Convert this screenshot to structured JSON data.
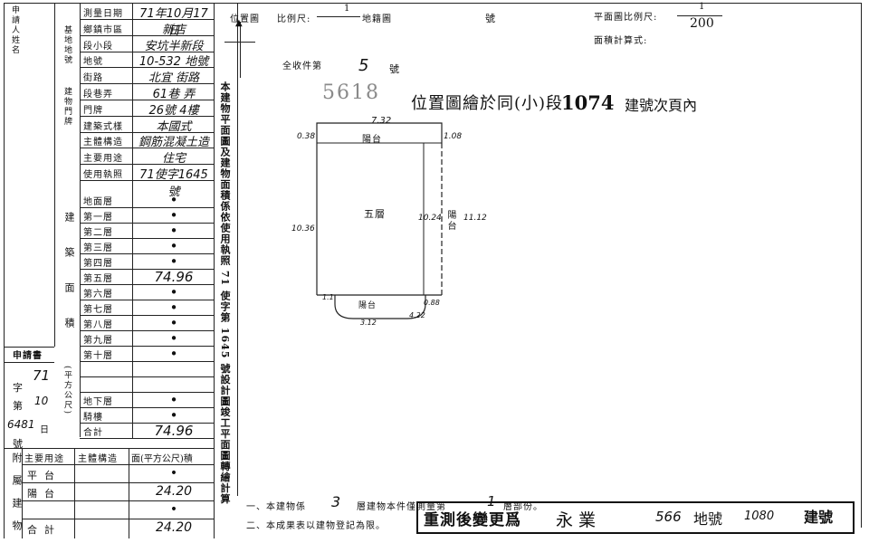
{
  "form": {
    "side_labels": {
      "applicant": "申請人姓名",
      "site": "基地地號",
      "door": "建物門牌"
    },
    "fields": [
      {
        "label": "測量日期",
        "value": "71年10月17日"
      },
      {
        "label": "鄉鎮市區",
        "value": "新店"
      },
      {
        "label": "段小段",
        "value": "安坑半新段"
      },
      {
        "label": "地號",
        "value": "10-532 地號"
      },
      {
        "label": "街路",
        "value": "北宜 街路"
      },
      {
        "label": "段巷弄",
        "value": "61巷 弄"
      },
      {
        "label": "門牌",
        "value": "26號 4樓"
      },
      {
        "label": "建築式樣",
        "value": "本國式"
      },
      {
        "label": "主體構造",
        "value": "鋼筋混凝土造"
      },
      {
        "label": "主要用途",
        "value": "住宅"
      },
      {
        "label": "使用執照",
        "value": "71使字1645號"
      }
    ],
    "area_section_label": "建築面積",
    "area_unit": "(平方公尺)",
    "floors": [
      {
        "label": "地面層",
        "value": "•"
      },
      {
        "label": "第一層",
        "value": "•"
      },
      {
        "label": "第二層",
        "value": "•"
      },
      {
        "label": "第三層",
        "value": "•"
      },
      {
        "label": "第四層",
        "value": "•"
      },
      {
        "label": "第五層",
        "value": "74.96"
      },
      {
        "label": "第六層",
        "value": "•"
      },
      {
        "label": "第七層",
        "value": "•"
      },
      {
        "label": "第八層",
        "value": "•"
      },
      {
        "label": "第九層",
        "value": "•"
      },
      {
        "label": "第十層",
        "value": "•"
      },
      {
        "label": "",
        "value": ""
      },
      {
        "label": "",
        "value": ""
      },
      {
        "label": "地下層",
        "value": "•"
      },
      {
        "label": "騎樓",
        "value": "•"
      },
      {
        "label": "合計",
        "value": "74.96"
      }
    ],
    "application": {
      "header": "申請書",
      "zi": "字",
      "hao": "號",
      "year": "71",
      "month": "10",
      "num": "6481",
      "ri": "日"
    },
    "attached": {
      "side": "附屬建物",
      "headers": [
        "主要用途",
        "主體構造",
        "面(平方公尺)積"
      ],
      "rows": [
        {
          "use": "平台",
          "struct": "",
          "area": "•"
        },
        {
          "use": "陽台",
          "struct": "",
          "area": "24.20"
        },
        {
          "use": "",
          "struct": "",
          "area": "•"
        },
        {
          "use": "合計",
          "struct": "",
          "area": "24.20"
        }
      ]
    }
  },
  "vertical_note": "本建物平面圖及建物面積係依使用執照 71 使字第 1645 號設計圖竣工平面圖轉繪計算",
  "header": {
    "position_label": "位置圖",
    "scale_label": "比例尺:",
    "scale_value": "1",
    "map_label": "地籍圖",
    "hao": "號",
    "plan_scale_label": "平面圖比例尺:",
    "plan_scale_num": "1",
    "plan_scale_den": "200",
    "calc_label": "面積計算式:",
    "total_label": "全收件第",
    "total_num": "5",
    "total_suffix": "號",
    "stamp": "5618",
    "position_text": "位置圖繪於同(小)段",
    "position_num": "1074",
    "position_tail": "建號次頁內"
  },
  "plan": {
    "top": "7.32",
    "top_left": "0.38",
    "top_right": "1.08",
    "left": "10.36",
    "inner_right": "10.24",
    "right": "11.12",
    "bottom_left": "1.1",
    "bottom_small": "0.88",
    "bottom_center": "3.12",
    "bottom_right": "4.22",
    "balcony_top": "陽台",
    "floor_label": "五層",
    "balcony_right": "陽台",
    "balcony_bottom": "陽台"
  },
  "footer": {
    "note1_pre": "一、本建物係",
    "note1_num": "3",
    "note1_mid": "層建物本件僅測量第",
    "note1_num2": "1",
    "note1_post": "層部份。",
    "note2": "二、本成果表以建物登記為限。",
    "stamp_text": "重測後變更爲",
    "stamp_name": "永業",
    "stamp_num": "566",
    "stamp_lbl": "地號",
    "stamp_num2": "1080",
    "stamp_tail": "建號"
  }
}
